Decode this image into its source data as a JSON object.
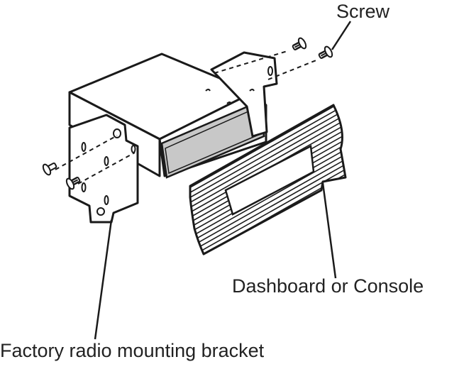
{
  "labels": {
    "screw": "Screw",
    "dashboard": "Dashboard or Console",
    "bracket": "Factory radio mounting bracket"
  },
  "colors": {
    "line": "#1a1a1a",
    "faceplate": "#c8c8c8",
    "background": "#ffffff"
  },
  "icons": [
    "screw-icon"
  ]
}
